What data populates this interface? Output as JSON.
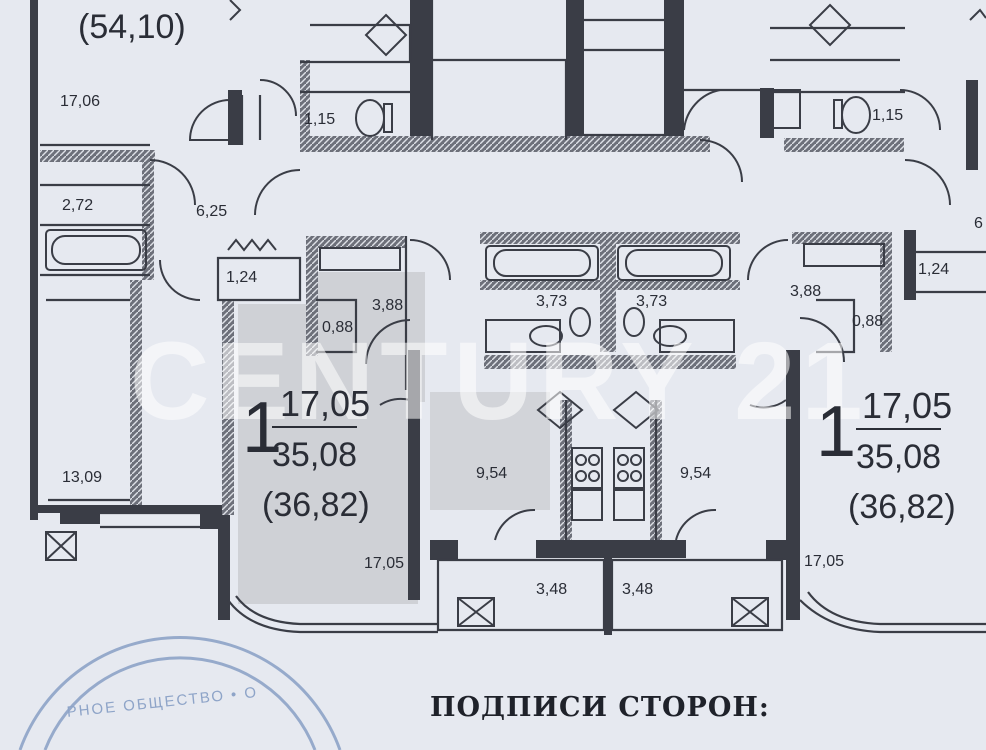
{
  "plan": {
    "top_left_unit_total": "(54,10)",
    "rooms": {
      "tl_living": "17,06",
      "tl_bath": "2,72",
      "tl_hall": "6,25",
      "tl_closet": "1,24",
      "tl_room2": "13,09",
      "wc_left": "1,15",
      "wc_right": "1,15",
      "a_hall": "3,88",
      "a_store": "0,88",
      "a_bath": "3,73",
      "a_kitchen": "9,54",
      "a_living": "17,05",
      "a_balcony": "3,48",
      "b_bath": "3,73",
      "b_kitchen": "9,54",
      "b_hall": "3,88",
      "b_store": "0,88",
      "b_closet": "1,24",
      "b_living": "17,05",
      "b_balcony": "3,48",
      "edge_right": "6"
    },
    "apartment_a": {
      "rooms_count": "1",
      "living_area": "17,05",
      "total_area": "35,08",
      "total_with_balcony": "(36,82)"
    },
    "apartment_b": {
      "rooms_count": "1",
      "living_area": "17,05",
      "total_area": "35,08",
      "total_with_balcony": "(36,82)"
    }
  },
  "watermark": "CENTURY 21",
  "stamp_text": "РНОЕ ОБЩЕСТВО • О",
  "signatures_heading": "ПОДПИСИ СТОРОН:"
}
